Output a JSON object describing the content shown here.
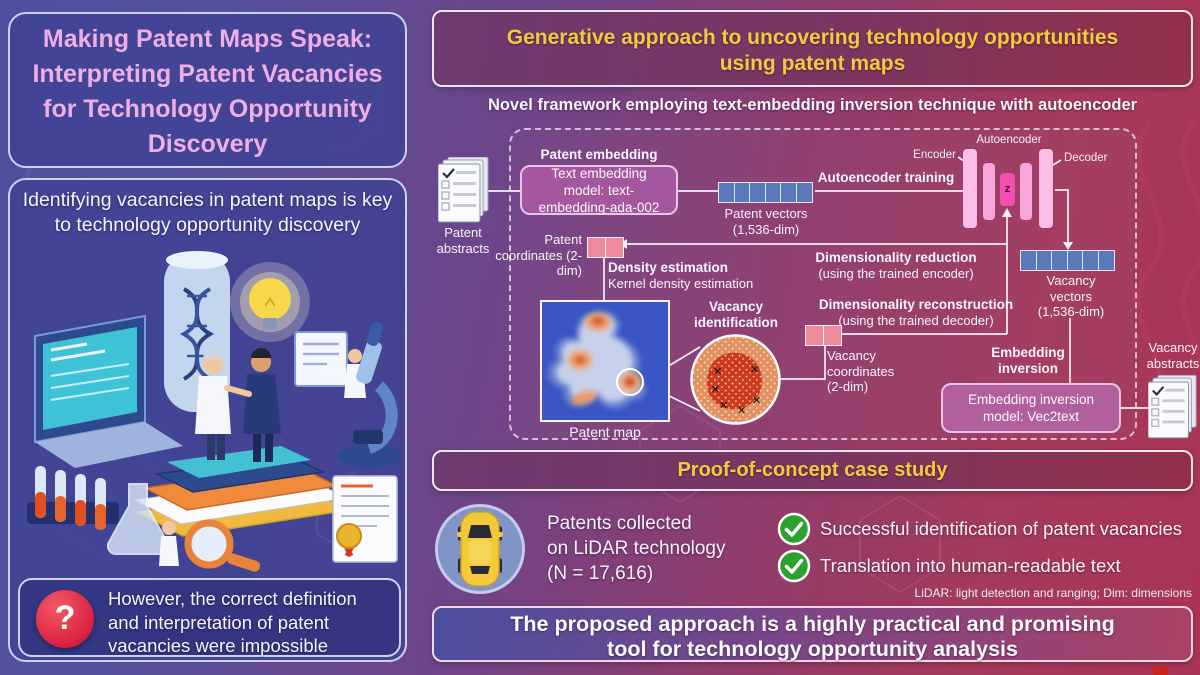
{
  "left_panel": {
    "title_lines": [
      "Making Patent Maps Speak:",
      "Interpreting Patent Vacancies",
      "for Technology Opportunity",
      "Discovery"
    ],
    "premise_lines": [
      "Identifying vacancies in patent maps is key",
      "to technology opportunity discovery"
    ],
    "question_mark": "?",
    "problem_lines": [
      "However, the correct definition",
      "and interpretation of patent",
      "vacancies were impossible"
    ]
  },
  "right_panel": {
    "header_lines": [
      "Generative approach to uncovering technology opportunities",
      "using patent maps"
    ],
    "framework_caption": "Novel framework employing text-embedding inversion technique with autoencoder"
  },
  "framework": {
    "patent_abstracts_label": "Patent abstracts",
    "patent_embedding_label": "Patent embedding",
    "text_embedding_model": "Text embedding model: text-embedding-ada-002",
    "patent_vectors_label": "Patent vectors (1,536-dim)",
    "autoencoder_training_label": "Autoencoder training",
    "autoencoder_label": "Autoencoder",
    "encoder_label": "Encoder",
    "decoder_label": "Decoder",
    "latent_label": "z",
    "dimensionality_reduction": "Dimensionality reduction",
    "dimensionality_reduction_sub": "(using the trained encoder)",
    "patent_coordinates_label": "Patent coordinates (2-dim)",
    "density_estimation": "Density estimation",
    "density_estimation_sub": "Kernel density estimation",
    "patent_map_label": "Patent map",
    "vacancy_identification": "Vacancy identification",
    "vacancy_coordinates_label": "Vacancy coordinates (2-dim)",
    "dimensionality_reconstruction": "Dimensionality reconstruction",
    "dimensionality_reconstruction_sub": "(using the trained decoder)",
    "vacancy_vectors_label": "Vacancy vectors (1,536-dim)",
    "embedding_inversion": "Embedding inversion",
    "embedding_inversion_model": "Embedding inversion model: Vec2text",
    "vacancy_abstracts_label": "Vacancy abstracts"
  },
  "case_study": {
    "title": "Proof-of-concept case study",
    "patents_lines": [
      "Patents collected",
      "on LiDAR technology",
      "(N = 17,616)"
    ],
    "findings": [
      "Successful identification of patent vacancies",
      "Translation into human-readable text"
    ],
    "footnote": "LiDAR: light detection and ranging; Dim: dimensions"
  },
  "conclusion_lines": [
    "The proposed approach is a highly practical and promising",
    "tool for technology opportunity analysis"
  ],
  "colors": {
    "accent_yellow": "#f2ca3d",
    "title_pink": "#efaee6",
    "check_green": "#2aa22d",
    "vector_blue": "#5b79bb",
    "coordinate_pink": "#ee8a9b",
    "autoencoder_pink": "#fbbfe7",
    "latent_magenta": "#f050b0",
    "map_blue": "#3a55c4",
    "question_red": "#d91f3d"
  }
}
